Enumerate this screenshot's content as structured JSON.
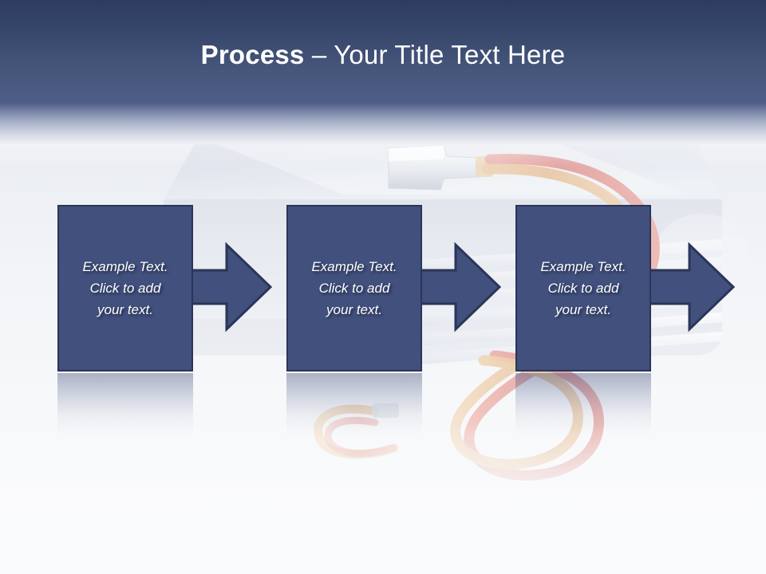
{
  "slide": {
    "title": {
      "bold_part": "Process",
      "separator": " – ",
      "rest": "Your Title Text Here",
      "full": "Process – Your Title Text Here"
    },
    "colors": {
      "header_top": "#2d3c60",
      "header_bottom": "#4e5d87",
      "box_fill": "#41507c",
      "box_border": "#2b3558",
      "text": "#ffffff",
      "background": "#f7f8fa",
      "cable_salmon": "#e8a3a0",
      "cable_tan": "#e9c5a0"
    },
    "background_image": {
      "description": "faded photograph of a laptop with connector cables",
      "elements": [
        "laptop-body",
        "connector-plug",
        "salmon-cable",
        "tan-cable"
      ]
    },
    "steps": [
      {
        "id": "step-1",
        "text": "Example Text.\nClick  to add\nyour text.",
        "arrow": "arrow-right-icon"
      },
      {
        "id": "step-2",
        "text": "Example Text.\nClick  to add\nyour text.",
        "arrow": "arrow-right-icon"
      },
      {
        "id": "step-3",
        "text": "Example Text.\nClick  to add\nyour text.",
        "arrow": "arrow-right-icon"
      }
    ]
  }
}
